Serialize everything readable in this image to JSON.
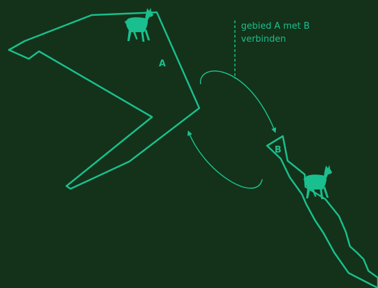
{
  "colors": {
    "background": "#143219",
    "accent": "#1abf8f"
  },
  "labels": {
    "area_a": "A",
    "area_b": "B"
  },
  "annotation": {
    "line1": "gebied A met B",
    "line2": "verbinden"
  },
  "icons": {
    "deer_a": "deer-icon",
    "deer_b": "deer-icon"
  }
}
